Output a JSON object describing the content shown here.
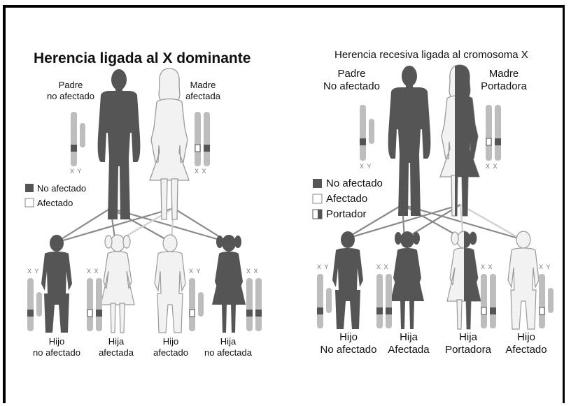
{
  "left": {
    "title": "Herencia ligada al X dominante",
    "father": {
      "line1": "Padre",
      "line2": "no afectado",
      "xy": "X Y"
    },
    "mother": {
      "line1": "Madre",
      "line2": "afectada",
      "xy": "X X"
    },
    "legend": [
      {
        "label": "No afectado",
        "swatch": "dark"
      },
      {
        "label": "Afectado",
        "swatch": "white"
      }
    ],
    "children": [
      {
        "line1": "Hijo",
        "line2": "no afectado",
        "xy": "X Y"
      },
      {
        "line1": "Hija",
        "line2": "afectada",
        "xy": "X X"
      },
      {
        "line1": "Hijo",
        "line2": "afectado",
        "xy": "X Y"
      },
      {
        "line1": "Hija",
        "line2": "no afectada",
        "xy": "X X"
      }
    ]
  },
  "right": {
    "title": "Herencia recesiva ligada al cromosoma X",
    "father": {
      "line1": "Padre",
      "line2": "No afectado",
      "xy": "X Y"
    },
    "mother": {
      "line1": "Madre",
      "line2": "Portadora",
      "xy": "X X"
    },
    "legend": [
      {
        "label": "No afectado",
        "swatch": "dark"
      },
      {
        "label": "Afectado",
        "swatch": "white"
      },
      {
        "label": "Portador",
        "swatch": "half"
      }
    ],
    "children": [
      {
        "line1": "Hijo",
        "line2": "No afectado",
        "xy": "X Y"
      },
      {
        "line1": "Hija",
        "line2": "Afectada",
        "xy": "X X"
      },
      {
        "line1": "Hija",
        "line2": "Portadora",
        "xy": "X X"
      },
      {
        "line1": "Hijo",
        "line2": "Afectado",
        "xy": "X Y"
      }
    ]
  },
  "colors": {
    "dark": "#555555",
    "light": "#f2f2f2",
    "outline": "#9a9a9a",
    "chromosome": "#bdbdbd",
    "line": "#8a8a8a",
    "line_light": "#d0d0d0"
  }
}
